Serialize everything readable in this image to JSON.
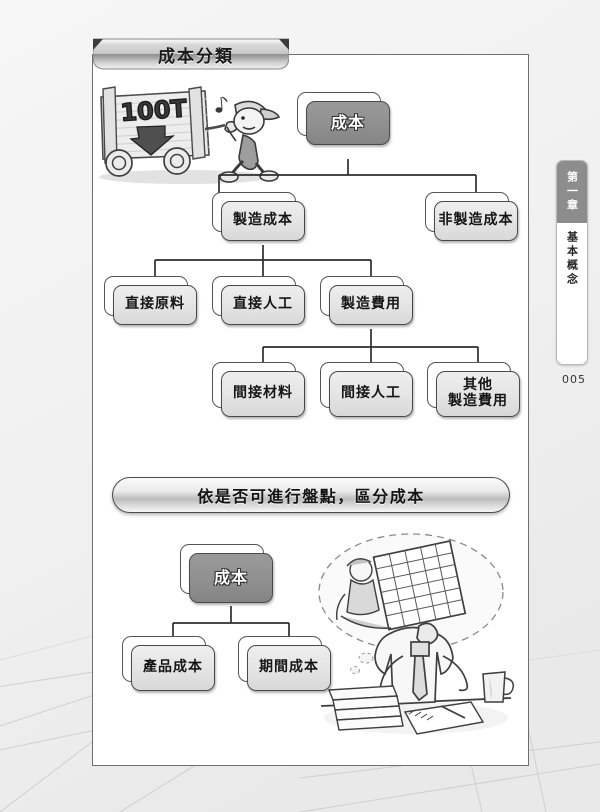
{
  "page": {
    "number": "005",
    "side_tab": {
      "chapter": "第一章",
      "chapter_title": "基本概念"
    }
  },
  "section_title": {
    "label": "成本分類"
  },
  "illustrations": {
    "cart": {
      "name": "boy-pulling-cart-illustration",
      "cart_text": "100T"
    },
    "thinker": {
      "name": "businessman-thinking-illustration"
    }
  },
  "mid_banner": {
    "label": "依是否可進行盤點，區分成本"
  },
  "chart_data": {
    "type": "diagram",
    "title": "成本分類",
    "diagrams": [
      {
        "id": "cost-classification-tree",
        "root": "成本",
        "nodes": [
          {
            "id": "n-cost",
            "label": "成本",
            "level": 0,
            "style": "dark"
          },
          {
            "id": "n-mfg",
            "label": "製造成本",
            "level": 1,
            "style": "light",
            "parent": "n-cost"
          },
          {
            "id": "n-nonmfg",
            "label": "非製造成本",
            "level": 1,
            "style": "light",
            "parent": "n-cost"
          },
          {
            "id": "n-dm",
            "label": "直接原料",
            "level": 2,
            "style": "light",
            "parent": "n-mfg"
          },
          {
            "id": "n-dl",
            "label": "直接人工",
            "level": 2,
            "style": "light",
            "parent": "n-mfg"
          },
          {
            "id": "n-oh",
            "label": "製造費用",
            "level": 2,
            "style": "light",
            "parent": "n-mfg"
          },
          {
            "id": "n-im",
            "label": "間接材料",
            "level": 3,
            "style": "light",
            "parent": "n-oh"
          },
          {
            "id": "n-il",
            "label": "間接人工",
            "level": 3,
            "style": "light",
            "parent": "n-oh"
          },
          {
            "id": "n-other",
            "label": "其他\n製造費用",
            "label_line1": "其他",
            "label_line2": "製造費用",
            "level": 3,
            "style": "light",
            "parent": "n-oh"
          }
        ]
      },
      {
        "id": "inventoriable-cost-tree",
        "root": "成本",
        "nodes": [
          {
            "id": "b-cost",
            "label": "成本",
            "level": 0,
            "style": "dark"
          },
          {
            "id": "b-product",
            "label": "產品成本",
            "level": 1,
            "style": "light",
            "parent": "b-cost"
          },
          {
            "id": "b-period",
            "label": "期間成本",
            "level": 1,
            "style": "light",
            "parent": "b-cost"
          }
        ]
      }
    ]
  },
  "colors": {
    "page_background": "#f2f2f2",
    "paper": "#ffffff",
    "dark_node": "#8f8f8f",
    "light_node": "#e4e4e4",
    "node_border": "#4a4a4a",
    "tab_header": "#8d8d8d"
  }
}
